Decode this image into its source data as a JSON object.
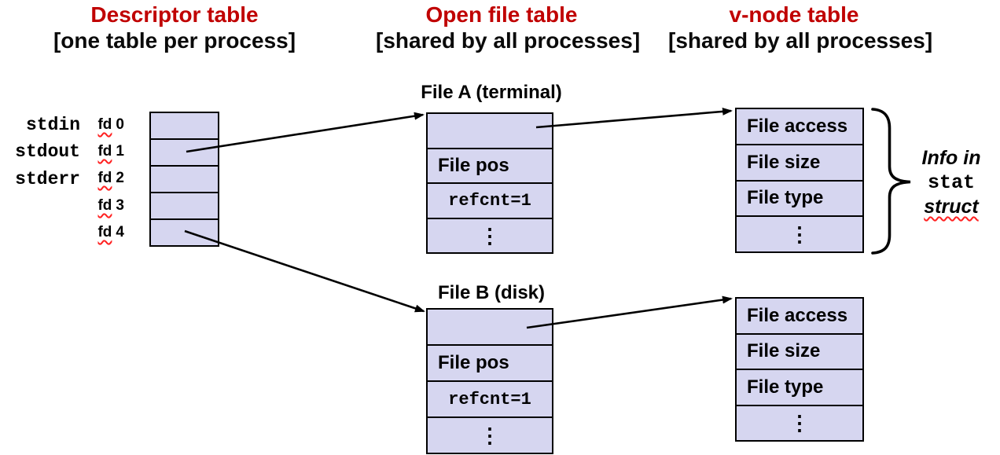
{
  "page": {
    "background": "#ffffff",
    "accent_red": "#c00000",
    "cell_fill": "#d6d6f0",
    "line_color": "#000000",
    "squiggle_color": "#ff2020"
  },
  "headers": [
    {
      "title": "Descriptor table",
      "subtitle": "[one table per process]"
    },
    {
      "title": "Open file table",
      "subtitle": "[shared by all processes]"
    },
    {
      "title": "v-node table",
      "subtitle": "[shared by all processes]"
    }
  ],
  "descriptor": {
    "std_labels": [
      "stdin",
      "stdout",
      "stderr"
    ],
    "fd_labels": [
      {
        "prefix": "fd",
        "num": "0"
      },
      {
        "prefix": "fd",
        "num": "1"
      },
      {
        "prefix": "fd",
        "num": "2"
      },
      {
        "prefix": "fd",
        "num": "3"
      },
      {
        "prefix": "fd",
        "num": "4"
      }
    ]
  },
  "open_file_tables": [
    {
      "title": "File A (terminal)",
      "rows": [
        "",
        "File pos",
        "refcnt=1",
        "⋮"
      ]
    },
    {
      "title": "File B (disk)",
      "rows": [
        "",
        "File pos",
        "refcnt=1",
        "⋮"
      ]
    }
  ],
  "vnode_tables": [
    {
      "rows": [
        "File access",
        "File size",
        "File type",
        "⋮"
      ]
    },
    {
      "rows": [
        "File access",
        "File size",
        "File type",
        "⋮"
      ]
    }
  ],
  "annotation": {
    "line1": "Info in",
    "line2": "stat",
    "line3": "struct"
  }
}
